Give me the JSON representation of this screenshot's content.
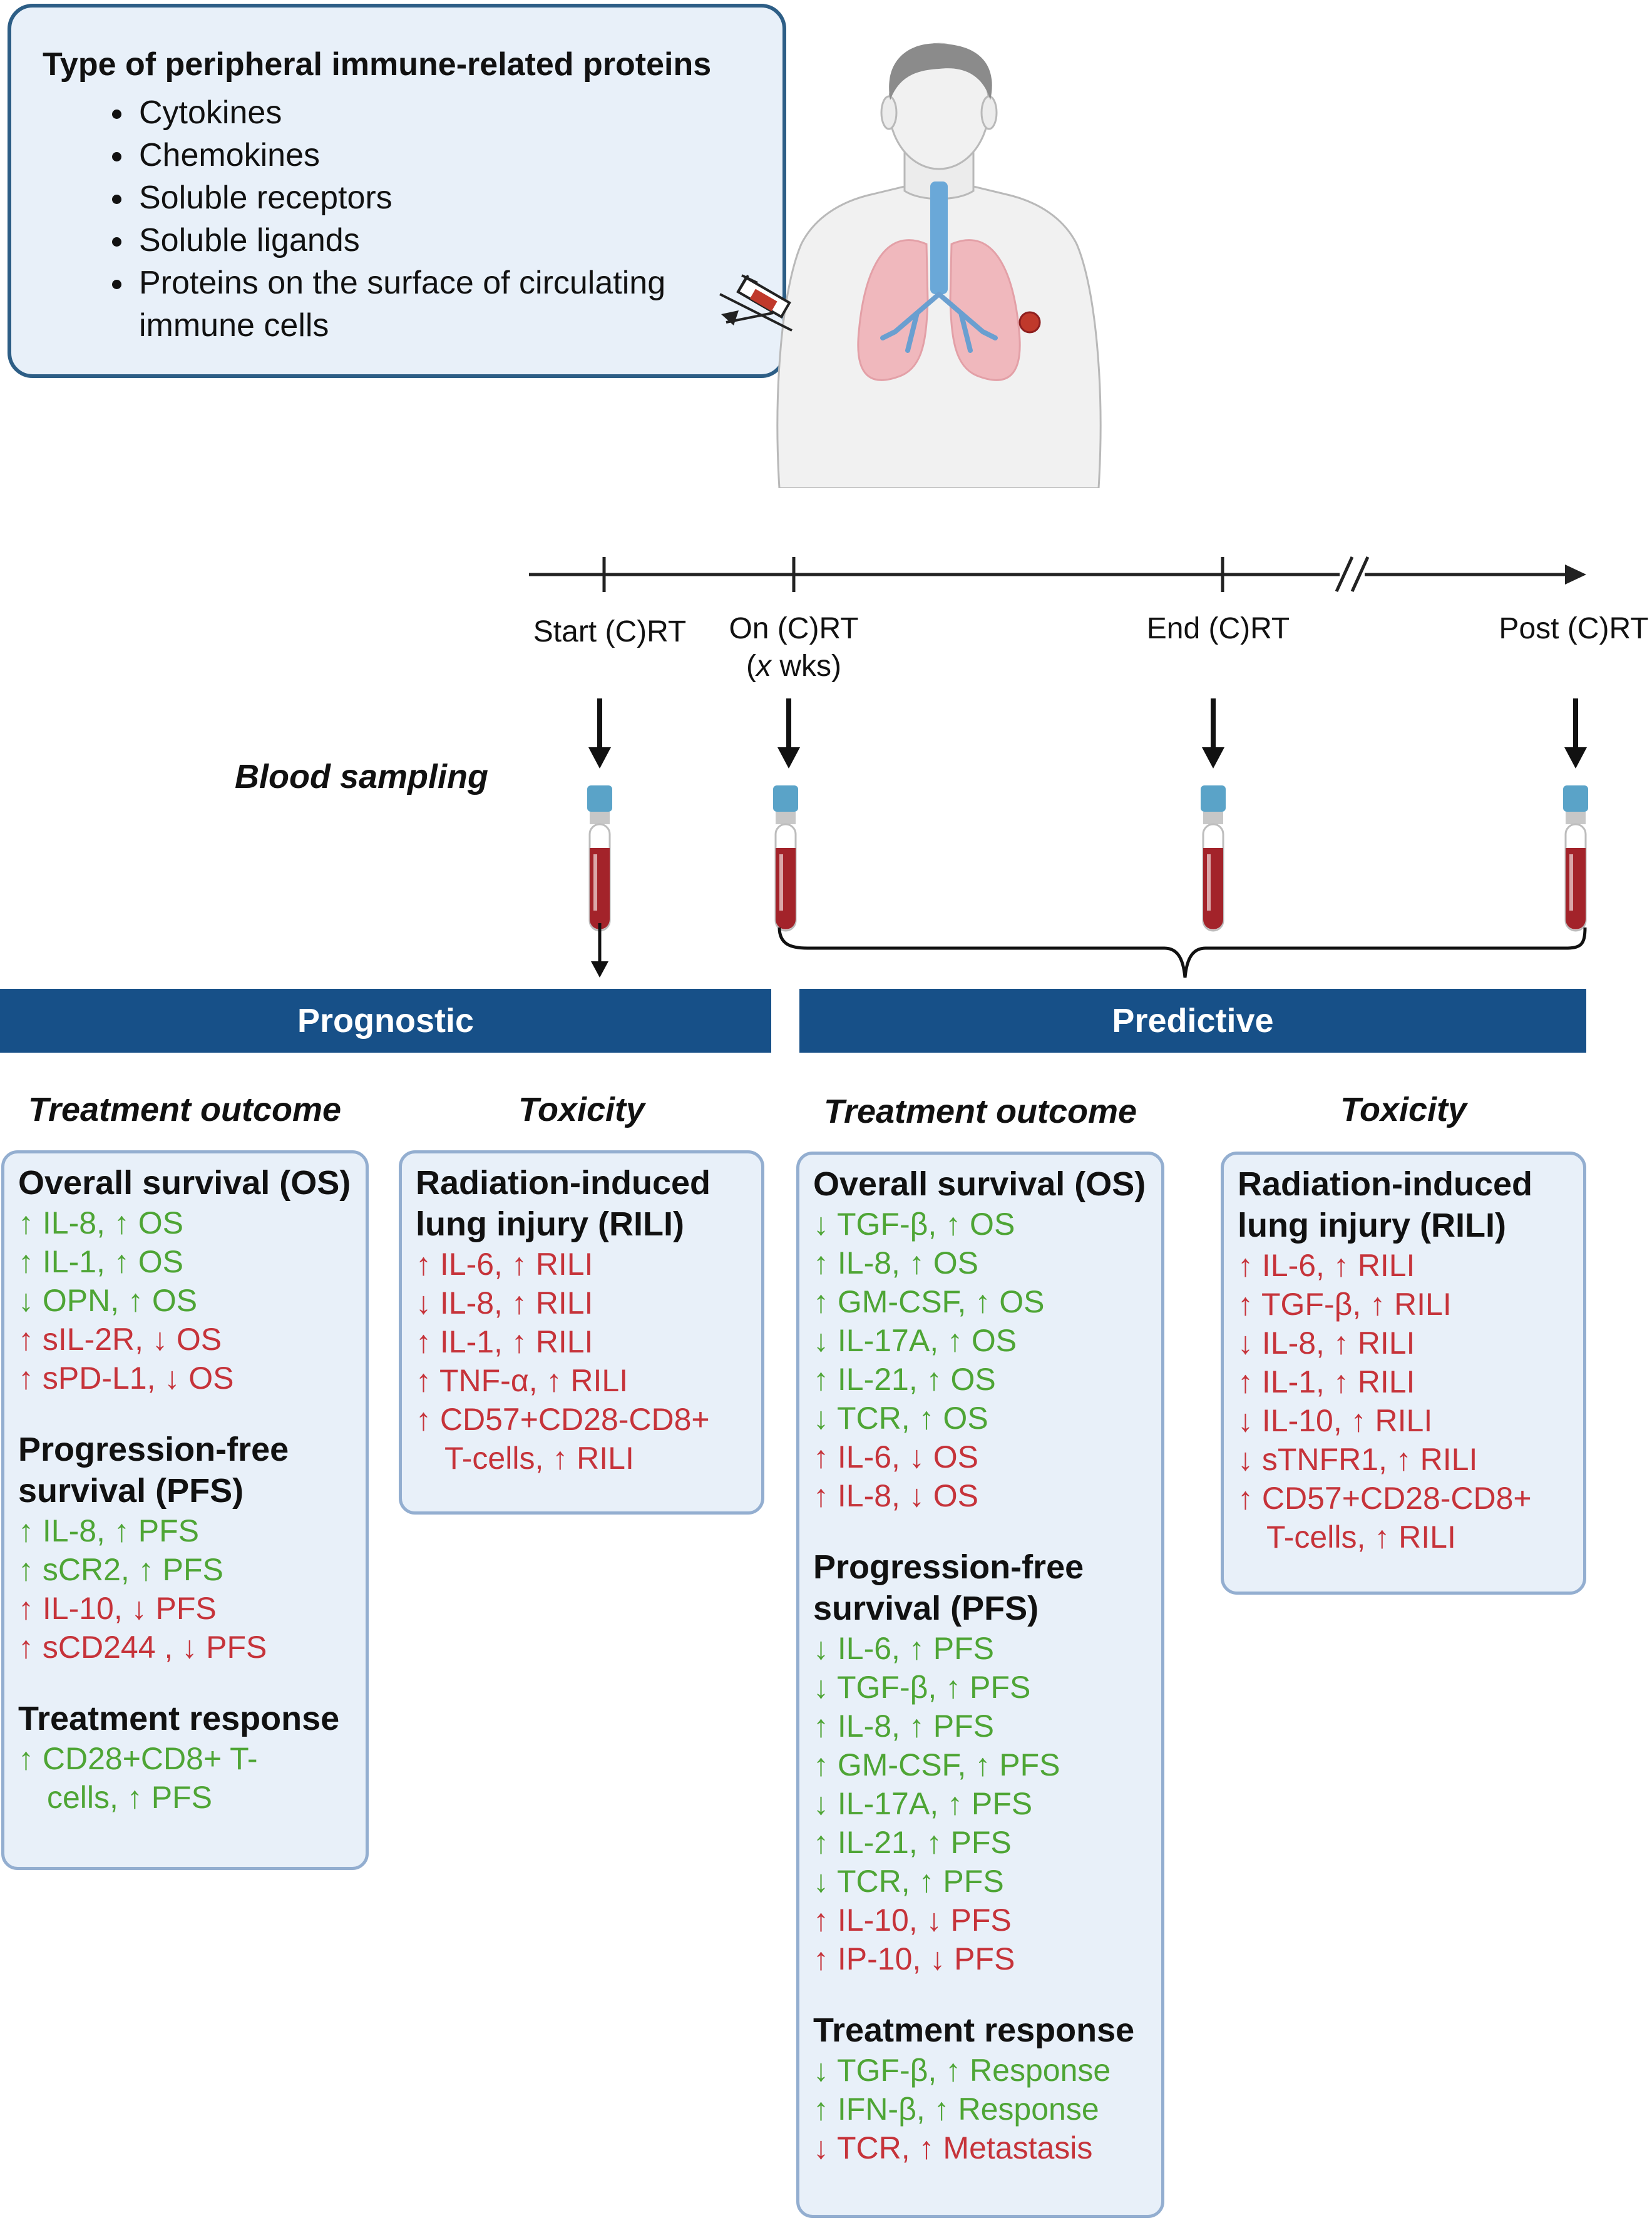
{
  "protein_types": {
    "title": "Type of peripheral immune-related proteins",
    "items": [
      "Cytokines",
      "Chemokines",
      "Soluble receptors",
      "Soluble ligands",
      "Proteins on the surface of circulating immune cells"
    ]
  },
  "timeline": {
    "start": "Start (C)RT",
    "on_1": "On (C)RT",
    "on_2": "x",
    "on_3": " wks)",
    "end": "End (C)RT",
    "post": "Post (C)RT"
  },
  "blood_sampling": "Blood sampling",
  "sections": {
    "prognostic": "Prognostic",
    "predictive": "Predictive"
  },
  "columns": {
    "prog_outcome": "Treatment outcome",
    "prog_toxicity": "Toxicity",
    "pred_outcome": "Treatment outcome",
    "pred_toxicity": "Toxicity"
  },
  "prognostic_outcome": {
    "os_title": "Overall survival (OS)",
    "os": [
      {
        "t": "↑ IL-8,  ↑ OS",
        "c": "green"
      },
      {
        "t": "↑ IL-1,  ↑ OS",
        "c": "green"
      },
      {
        "t": "↓ OPN,  ↑ OS",
        "c": "green"
      },
      {
        "t": "↑ sIL-2R,  ↓ OS",
        "c": "red"
      },
      {
        "t": "↑ sPD-L1,  ↓ OS",
        "c": "red"
      }
    ],
    "pfs_title_1": "Progression-free",
    "pfs_title_2": "survival (PFS)",
    "pfs": [
      {
        "t": "↑ IL-8,  ↑ PFS",
        "c": "green"
      },
      {
        "t": "↑ sCR2,  ↑ PFS",
        "c": "green"
      },
      {
        "t": "↑ IL-10,  ↓ PFS",
        "c": "red"
      },
      {
        "t": "↑ sCD244 , ↓ PFS",
        "c": "red"
      }
    ],
    "resp_title": "Treatment response",
    "resp_1": "↑ CD28+CD8+ T-",
    "resp_2": "cells,  ↑ PFS"
  },
  "prognostic_toxicity": {
    "title_1": "Radiation-induced",
    "title_2": "lung injury (RILI)",
    "items": [
      "↑ IL-6, ↑ RILI",
      "↓ IL-8, ↑ RILI",
      "↑ IL-1, ↑ RILI",
      "↑ TNF-α, ↑ RILI",
      "↑ CD57+CD28-CD8+"
    ],
    "last_cont": "T-cells, ↑ RILI"
  },
  "predictive_outcome": {
    "os_title": "Overall survival (OS)",
    "os": [
      {
        "t": "↓ TGF-β,  ↑ OS",
        "c": "green"
      },
      {
        "t": "↑ IL-8,  ↑ OS",
        "c": "green"
      },
      {
        "t": "↑ GM-CSF, ↑ OS",
        "c": "green"
      },
      {
        "t": "↓ IL-17A,  ↑ OS",
        "c": "green"
      },
      {
        "t": "↑ IL-21, ↑ OS",
        "c": "green"
      },
      {
        "t": "↓ TCR,  ↑ OS",
        "c": "green"
      },
      {
        "t": "↑ IL-6, ↓ OS",
        "c": "red"
      },
      {
        "t": "↑ IL-8, ↓ OS",
        "c": "red"
      }
    ],
    "pfs_title_1": "Progression-free",
    "pfs_title_2": "survival (PFS)",
    "pfs": [
      {
        "t": "↓ IL-6,  ↑ PFS",
        "c": "green"
      },
      {
        "t": "↓ TGF-β,  ↑ PFS",
        "c": "green"
      },
      {
        "t": "↑ IL-8,  ↑ PFS",
        "c": "green"
      },
      {
        "t": "↑ GM-CSF, ↑ PFS",
        "c": "green"
      },
      {
        "t": "↓ IL-17A,  ↑ PFS",
        "c": "green"
      },
      {
        "t": "↑ IL-21, ↑ PFS",
        "c": "green"
      },
      {
        "t": "↓ TCR,  ↑ PFS",
        "c": "green"
      },
      {
        "t": "↑ IL-10, ↓ PFS",
        "c": "red"
      },
      {
        "t": "↑ IP-10, ↓ PFS",
        "c": "red"
      }
    ],
    "resp_title": "Treatment response",
    "resp": [
      {
        "t": "↓ TGF-β, ↑ Response",
        "c": "green"
      },
      {
        "t": "↑ IFN-β, ↑ Response",
        "c": "green"
      },
      {
        "t": "↓ TCR, ↑ Metastasis",
        "c": "red"
      }
    ]
  },
  "predictive_toxicity": {
    "title_1": "Radiation-induced",
    "title_2": "lung injury (RILI)",
    "items": [
      "↑ IL-6, ↑ RILI",
      "↑ TGF-β, ↑ RILI",
      "↓ IL-8, ↑ RILI",
      "↑ IL-1, ↑ RILI",
      "↓ IL-10, ↑ RILI",
      "↓ sTNFR1, ↑ RILI",
      "↑ CD57+CD28-CD8+"
    ],
    "last_cont": "T-cells, ↑ RILI"
  },
  "colors": {
    "banner": "#175088",
    "box_fill": "#e8f0f9",
    "box_border": "#93aed0",
    "positive": "#4ea535",
    "negative": "#c6333a"
  }
}
